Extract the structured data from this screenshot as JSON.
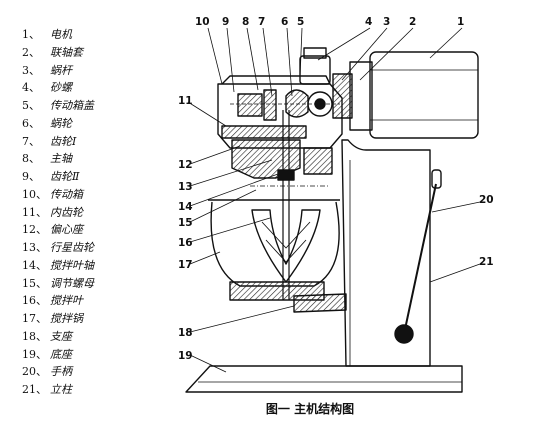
{
  "legend": [
    {
      "num": "1、",
      "label": "电机"
    },
    {
      "num": "2、",
      "label": "联轴套"
    },
    {
      "num": "3、",
      "label": "蜗杆"
    },
    {
      "num": "4、",
      "label": "砂螺"
    },
    {
      "num": "5、",
      "label": "传动箱盖"
    },
    {
      "num": "6、",
      "label": "蜗轮"
    },
    {
      "num": "7、",
      "label": "齿轮Ⅰ"
    },
    {
      "num": "8、",
      "label": "主轴"
    },
    {
      "num": "9、",
      "label": "齿轮Ⅱ"
    },
    {
      "num": "10、",
      "label": "传动箱"
    },
    {
      "num": "11、",
      "label": "内齿轮"
    },
    {
      "num": "12、",
      "label": "偏心座"
    },
    {
      "num": "13、",
      "label": "行星齿轮"
    },
    {
      "num": "14、",
      "label": "搅拌叶轴"
    },
    {
      "num": "15、",
      "label": "调节螺母"
    },
    {
      "num": "16、",
      "label": "搅拌叶"
    },
    {
      "num": "17、",
      "label": "搅拌锅"
    },
    {
      "num": "18、",
      "label": "支座"
    },
    {
      "num": "19、",
      "label": "底座"
    },
    {
      "num": "20、",
      "label": "手柄"
    },
    {
      "num": "21、",
      "label": "立柱"
    }
  ],
  "callouts": [
    "1",
    "2",
    "3",
    "4",
    "5",
    "6",
    "7",
    "8",
    "9",
    "10",
    "11",
    "12",
    "13",
    "14",
    "15",
    "16",
    "17",
    "18",
    "19",
    "20",
    "21"
  ],
  "caption": "图一  主机结构图"
}
